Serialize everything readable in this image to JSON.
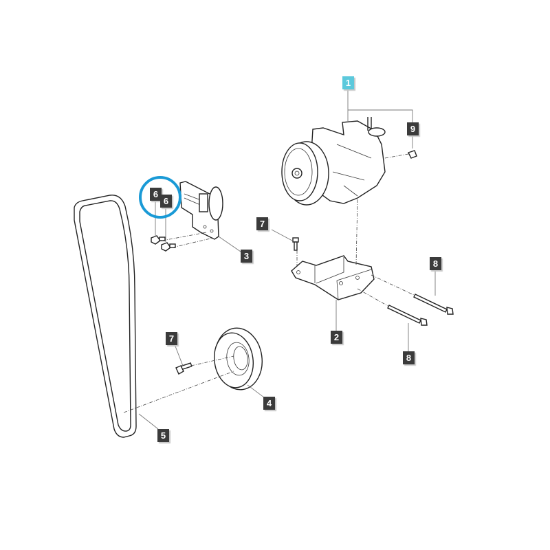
{
  "diagram": {
    "highlight_color": "#1a9ad6",
    "active_callout_color": "#5cc9dc",
    "callout_color": "#3b3b3b",
    "callouts": [
      {
        "id": "1",
        "label": "1",
        "part": "compressor",
        "active": true
      },
      {
        "id": "9",
        "label": "9",
        "part": "plug"
      },
      {
        "id": "6a",
        "label": "6",
        "part": "bolt",
        "highlighted": true
      },
      {
        "id": "6b",
        "label": "6",
        "part": "bolt",
        "highlighted": true
      },
      {
        "id": "7a",
        "label": "7",
        "part": "bolt"
      },
      {
        "id": "3",
        "label": "3",
        "part": "tensioner-bracket"
      },
      {
        "id": "8a",
        "label": "8",
        "part": "long-bolt"
      },
      {
        "id": "2",
        "label": "2",
        "part": "compressor-bracket"
      },
      {
        "id": "8b",
        "label": "8",
        "part": "long-bolt"
      },
      {
        "id": "7b",
        "label": "7",
        "part": "bolt"
      },
      {
        "id": "4",
        "label": "4",
        "part": "pulley"
      },
      {
        "id": "5",
        "label": "5",
        "part": "belt"
      }
    ]
  }
}
